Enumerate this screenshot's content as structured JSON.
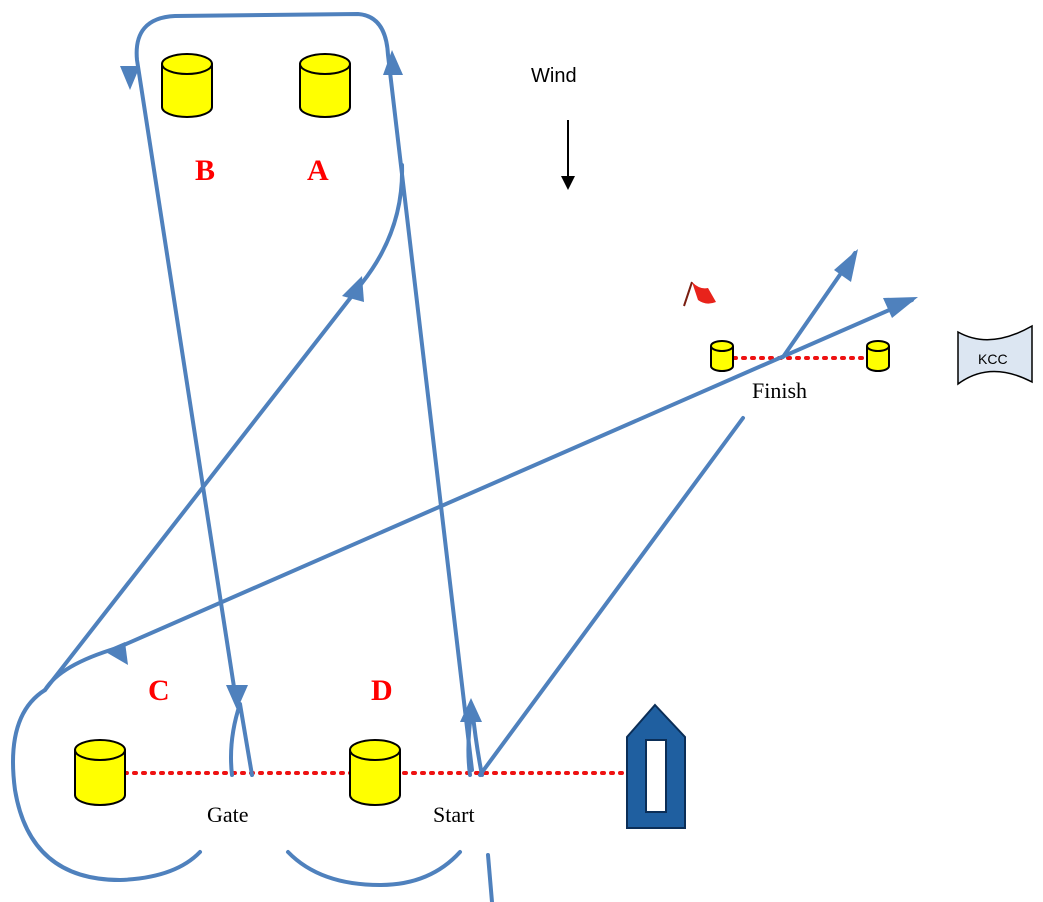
{
  "marks": {
    "a": "A",
    "b": "B",
    "c": "C",
    "d": "D"
  },
  "labels": {
    "wind": "Wind",
    "finish": "Finish",
    "gate": "Gate",
    "start": "Start"
  },
  "flag_sign": "KCC",
  "colors": {
    "course_line": "#4f81bd",
    "buoy": "#ffff00",
    "mark_letters": "#ff0000",
    "dotted_lines": "#ee1111",
    "boat": "#1f5fa0",
    "sign": "#dce6f2",
    "flag": "#e8231b"
  },
  "icons": [
    "cylinder-buoy-icon",
    "wind-arrow-icon",
    "red-flag-icon",
    "committee-boat-icon",
    "kcc-flag-sign-icon"
  ]
}
